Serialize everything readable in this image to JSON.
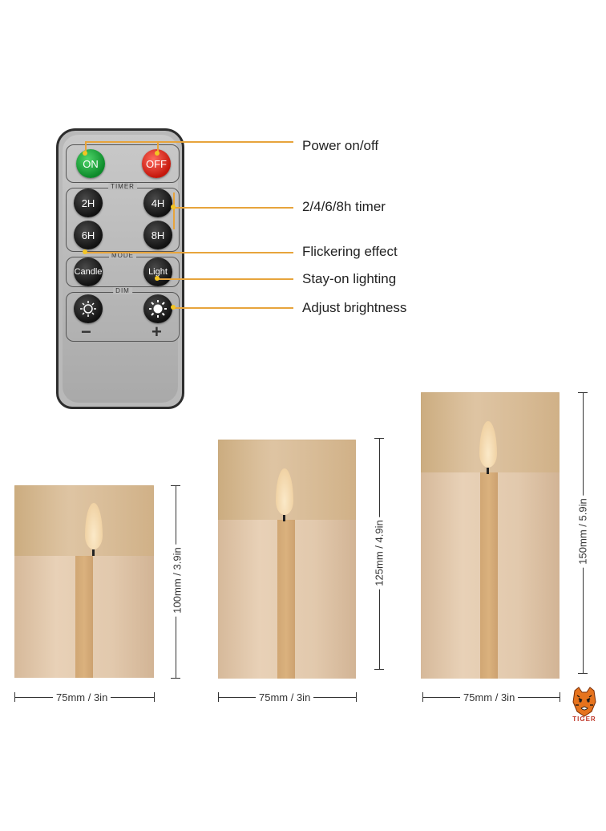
{
  "remote": {
    "on_label": "ON",
    "off_label": "OFF",
    "timer_group_label": "TIMER",
    "timer_buttons": [
      "2H",
      "4H",
      "6H",
      "8H"
    ],
    "mode_group_label": "MODE",
    "mode_buttons": [
      "Candle",
      "Light"
    ],
    "dim_group_label": "DIM",
    "dim_minus": "−",
    "dim_plus": "+"
  },
  "callouts": {
    "power": "Power on/off",
    "timer": "2/4/6/8h timer",
    "flicker": "Flickering effect",
    "stay_on": "Stay-on lighting",
    "brightness": "Adjust brightness"
  },
  "candles": [
    {
      "width_label": "75mm / 3in",
      "height_label": "100mm / 3.9in"
    },
    {
      "width_label": "75mm / 3in",
      "height_label": "125mm / 4.9in"
    },
    {
      "width_label": "75mm / 3in",
      "height_label": "150mm / 5.9in"
    }
  ],
  "logo": {
    "text": "TIGER",
    "icon": "tiger-head-icon"
  },
  "colors": {
    "accent_line": "#e7a43c",
    "on_button": "#1f9e3a",
    "off_button": "#d92a1c",
    "dot": "#f2c523"
  }
}
